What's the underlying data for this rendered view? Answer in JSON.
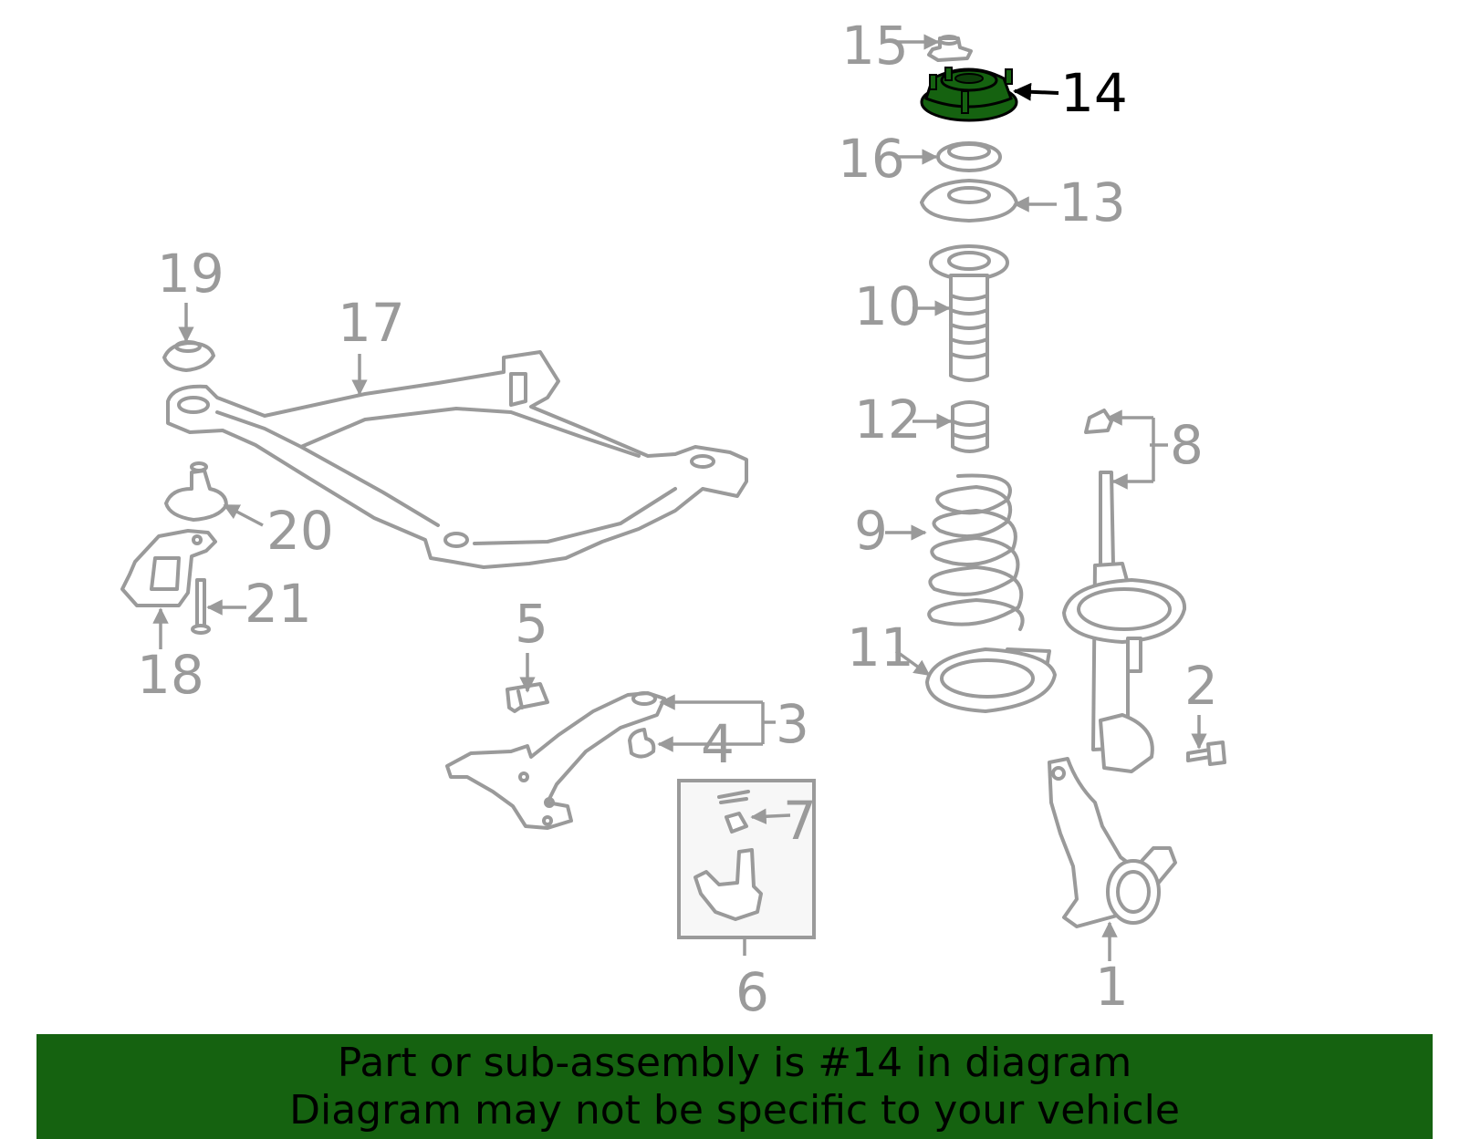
{
  "colors": {
    "highlight": "#156210",
    "line": "#9a9a9a",
    "banner": "#156210",
    "background": "#ffffff"
  },
  "callouts": {
    "c1": "1",
    "c2": "2",
    "c3": "3",
    "c4": "4",
    "c5": "5",
    "c6": "6",
    "c7": "7",
    "c8": "8",
    "c9": "9",
    "c10": "10",
    "c11": "11",
    "c12": "12",
    "c13": "13",
    "c14": "14",
    "c15": "15",
    "c16": "16",
    "c17": "17",
    "c18": "18",
    "c19": "19",
    "c20": "20",
    "c21": "21"
  },
  "highlighted_part": "14",
  "banner": {
    "line1": "Part or sub-assembly is #14 in diagram",
    "line2": "Diagram may not be specific to your vehicle"
  }
}
